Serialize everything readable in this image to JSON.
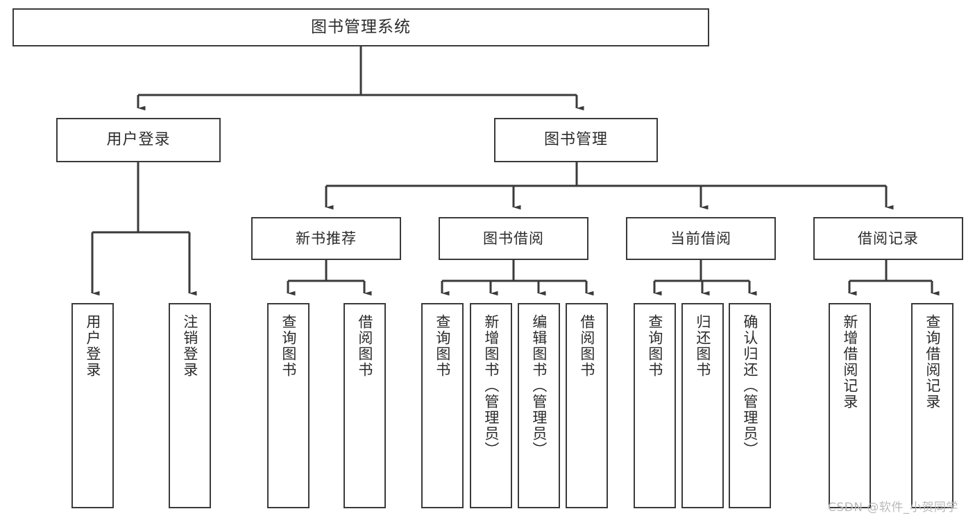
{
  "diagram": {
    "title": "图书管理系统",
    "type": "hierarchy-tree",
    "watermark": "CSDN @软件_小贺同学",
    "colors": {
      "box_border": "#3a3a3a",
      "box_fill": "#ffffff",
      "connector": "#3a3a3a",
      "text": "#2b2b2b",
      "watermark": "#b9b9b9"
    },
    "nodes": {
      "root": {
        "label": "图书管理系统"
      },
      "level1": [
        {
          "label": "用户登录"
        },
        {
          "label": "图书管理"
        }
      ],
      "level2": [
        {
          "label": "新书推荐"
        },
        {
          "label": "图书借阅"
        },
        {
          "label": "当前借阅"
        },
        {
          "label": "借阅记录"
        }
      ],
      "leaves": {
        "user_login": [
          {
            "label": "用户登录"
          },
          {
            "label": "注销登录"
          }
        ],
        "new_book_recommend": [
          {
            "label": "查询图书"
          },
          {
            "label": "借阅图书"
          }
        ],
        "book_borrow": [
          {
            "label": "查询图书"
          },
          {
            "label": "新增图书（管理员）"
          },
          {
            "label": "编辑图书（管理员）"
          },
          {
            "label": "借阅图书"
          }
        ],
        "current_borrow": [
          {
            "label": "查询图书"
          },
          {
            "label": "归还图书"
          },
          {
            "label": "确认归还（管理员）"
          }
        ],
        "borrow_record": [
          {
            "label": "新增借阅记录"
          },
          {
            "label": "查询借阅记录"
          }
        ]
      }
    }
  }
}
